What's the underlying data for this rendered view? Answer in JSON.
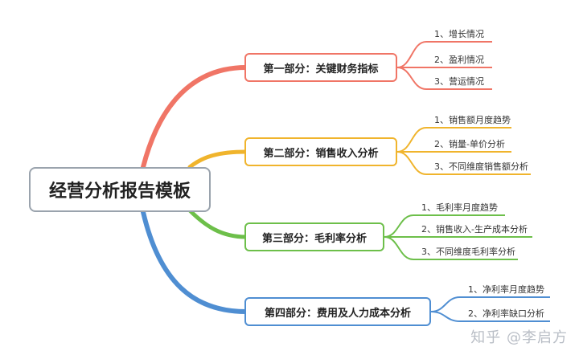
{
  "root": {
    "label": "经营分析报告模板"
  },
  "colors": {
    "s1": "#f07566",
    "s2": "#f0b42c",
    "s3": "#6dbf4a",
    "s4": "#4f8ed2"
  },
  "sections": [
    {
      "label": "第一部分：关键财务指标",
      "items": [
        "1、增长情况",
        "2、盈利情况",
        "3、营运情况"
      ]
    },
    {
      "label": "第二部分：销售收入分析",
      "items": [
        "1、销售额月度趋势",
        "2、销量-单价分析",
        "3、不同维度销售额分析"
      ]
    },
    {
      "label": "第三部分：毛利率分析",
      "items": [
        "1、毛利率月度趋势",
        "2、销售收入-生产成本分析",
        "3、不同维度毛利率分析"
      ]
    },
    {
      "label": "第四部分：费用及人力成本分析",
      "items": [
        "1、净利率月度趋势",
        "2、净利率缺口分析"
      ]
    }
  ],
  "watermark": {
    "text": "知乎 @李启方"
  }
}
